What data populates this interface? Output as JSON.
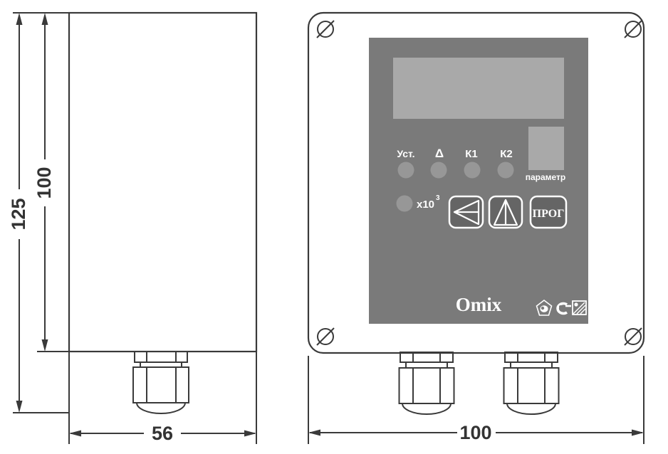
{
  "colors": {
    "line": "#3a3a3a",
    "panel": "#7a7a7a",
    "display": "#a9a9a9",
    "parameter_window": "#a9a9a9",
    "led": "#979797",
    "button": "#656565"
  },
  "side_view": {
    "height_total": "125",
    "height_body": "100",
    "width": "56"
  },
  "front_view": {
    "width": "100",
    "led_labels": [
      "Уст.",
      "Δ",
      "К1",
      "К2"
    ],
    "parameter_label": "параметр",
    "multiplier_base": "x10",
    "multiplier_exponent": "3",
    "prog_button_label": "ПРОГ",
    "brand": "Omix"
  }
}
